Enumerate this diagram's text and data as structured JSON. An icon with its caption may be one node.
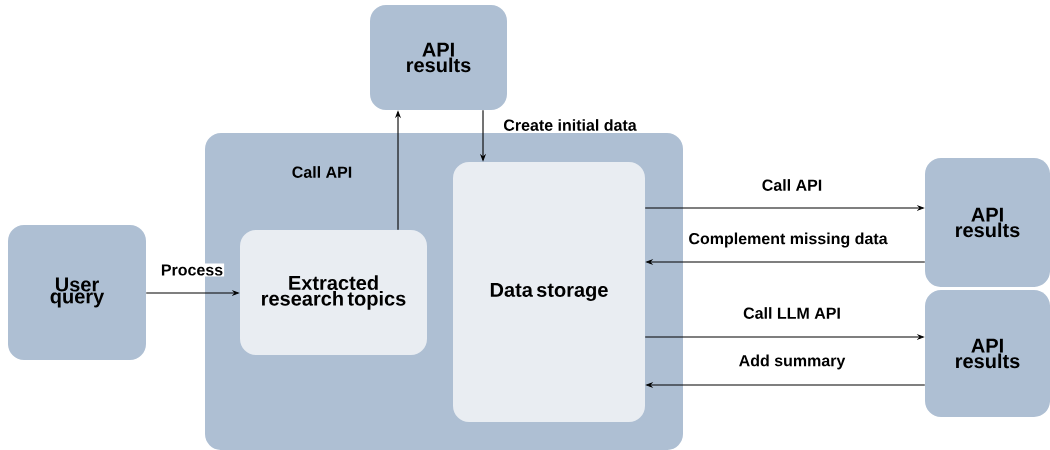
{
  "diagram": {
    "nodes": [
      {
        "text": [
          "API results"
        ]
      },
      {
        "text": [
          "User query"
        ]
      },
      {
        "text": [],
        "shape": "box"
      },
      {
        "text": [
          "Extracted research topics"
        ],
        "in": 2
      },
      {
        "text": [
          "Data storage"
        ],
        "in": 2
      },
      {
        "text": [
          "API results"
        ]
      },
      {
        "text": [
          "API results"
        ]
      }
    ],
    "edges": [
      {
        "from": 1,
        "to": 3,
        "arrow": "to",
        "label": "Process"
      },
      {
        "from": 3,
        "to": 0,
        "arrow": "to",
        "label": "Call API"
      },
      {
        "from": 0,
        "to": 4,
        "arrow": "to",
        "label": "Create initial data"
      },
      {
        "from": 4,
        "to": 5,
        "arrow": "to",
        "label": "Call API"
      },
      {
        "from": 5,
        "to": 4,
        "arrow": "to",
        "label": "Complement missing data"
      },
      {
        "from": 4,
        "to": 6,
        "arrow": "to",
        "label": "Call LLM API"
      },
      {
        "from": 6,
        "to": 4,
        "arrow": "to",
        "label": "Add summary"
      }
    ]
  }
}
